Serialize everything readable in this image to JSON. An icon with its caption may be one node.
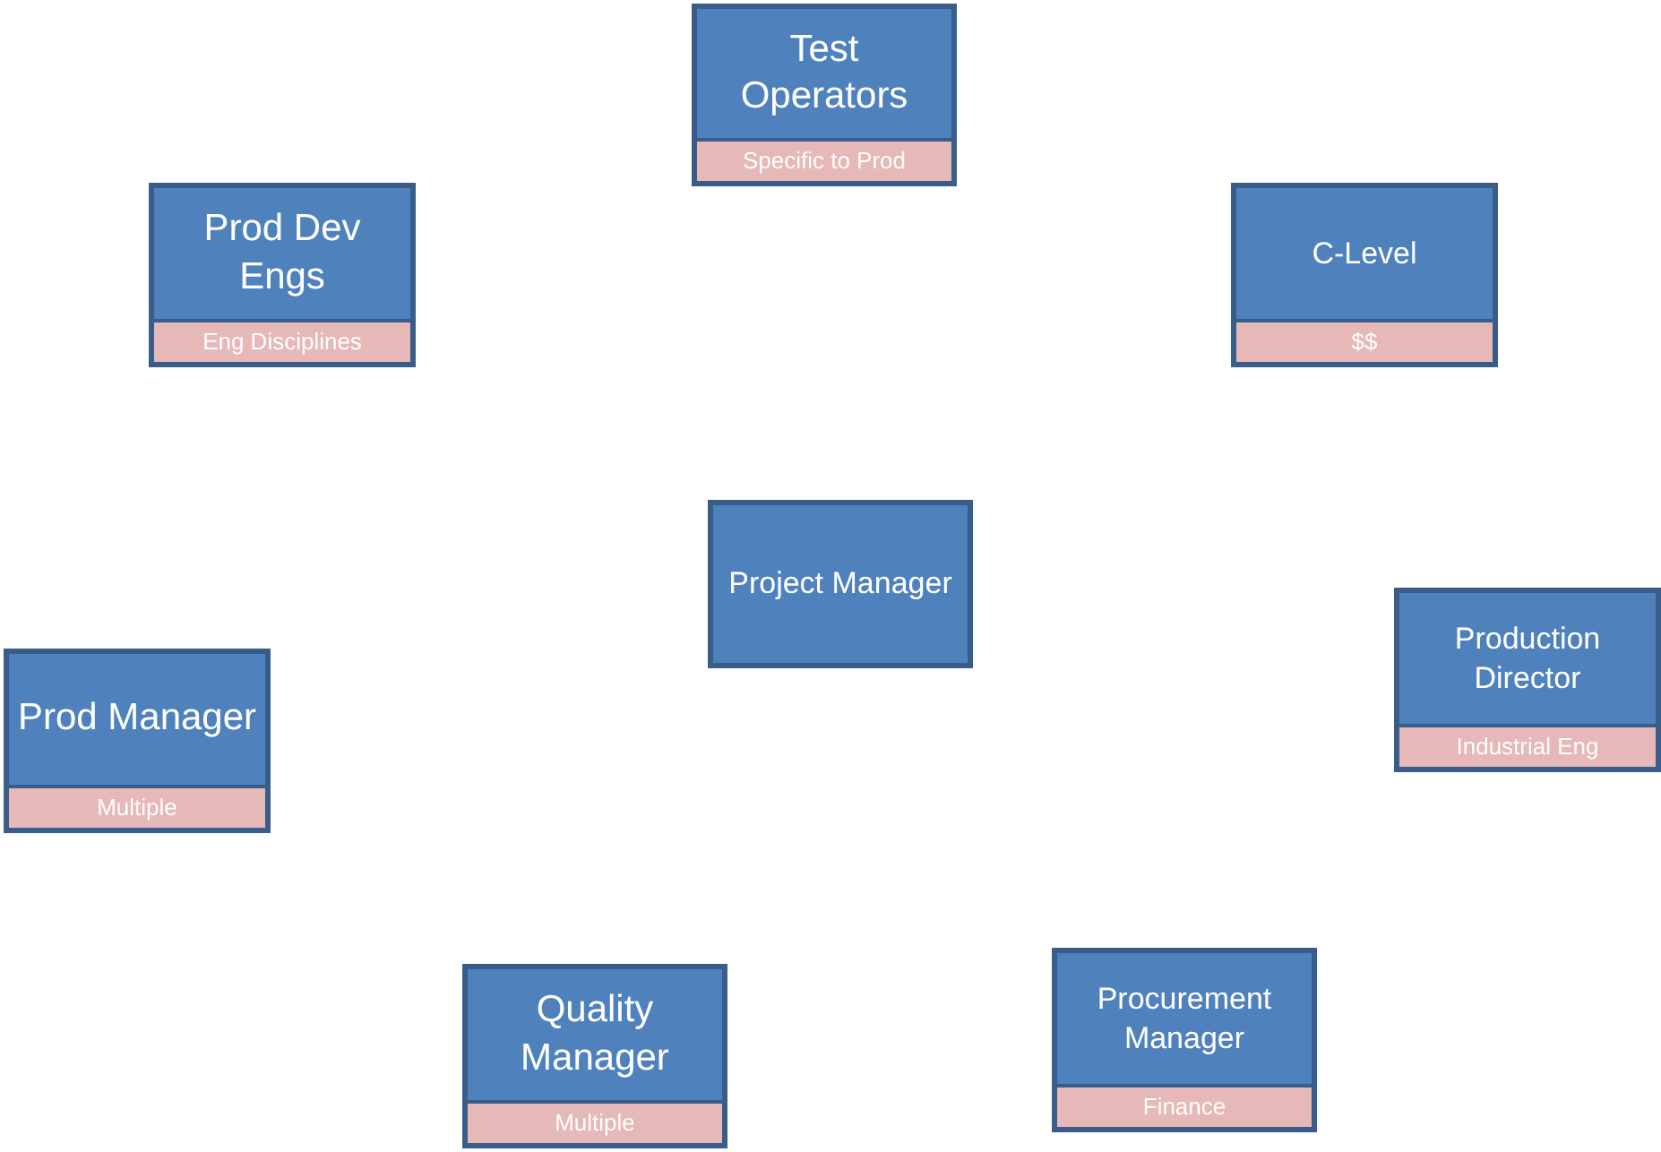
{
  "diagram": {
    "nodes": [
      {
        "text": [
          "Test Operators",
          "Specific to Prod"
        ]
      },
      {
        "text": [
          "Prod Dev Engs",
          "Eng Disciplines"
        ]
      },
      {
        "text": [
          "C-Level",
          "$$"
        ]
      },
      {
        "text": [
          "Project Manager"
        ]
      },
      {
        "text": [
          "Production Director",
          "Industrial Eng"
        ]
      },
      {
        "text": [
          "Prod Manager",
          "Multiple"
        ]
      },
      {
        "text": [
          "Quality Manager",
          "Multiple"
        ]
      },
      {
        "text": [
          "Procurement Manager",
          "Finance"
        ]
      }
    ]
  }
}
